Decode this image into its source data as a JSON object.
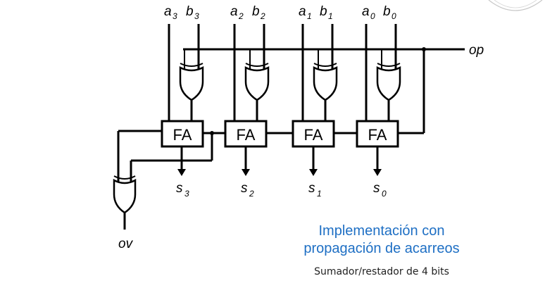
{
  "diagram": {
    "inputs": [
      {
        "a": "a",
        "a_sub": "3",
        "b": "b",
        "b_sub": "3"
      },
      {
        "a": "a",
        "a_sub": "2",
        "b": "b",
        "b_sub": "2"
      },
      {
        "a": "a",
        "a_sub": "1",
        "b": "b",
        "b_sub": "1"
      },
      {
        "a": "a",
        "a_sub": "0",
        "b": "b",
        "b_sub": "0"
      }
    ],
    "op_label": "op",
    "ov_label": "ov",
    "adder_label": "FA",
    "outputs": [
      {
        "s": "s",
        "sub": "3"
      },
      {
        "s": "s",
        "sub": "2"
      },
      {
        "s": "s",
        "sub": "1"
      },
      {
        "s": "s",
        "sub": "0"
      }
    ]
  },
  "caption": {
    "title_line1": "Implementación con",
    "title_line2": "propagación de acarreos",
    "subtitle": "Sumador/restador de 4 bits"
  },
  "colors": {
    "caption_title": "#1e6fc4",
    "ink": "#000000"
  }
}
